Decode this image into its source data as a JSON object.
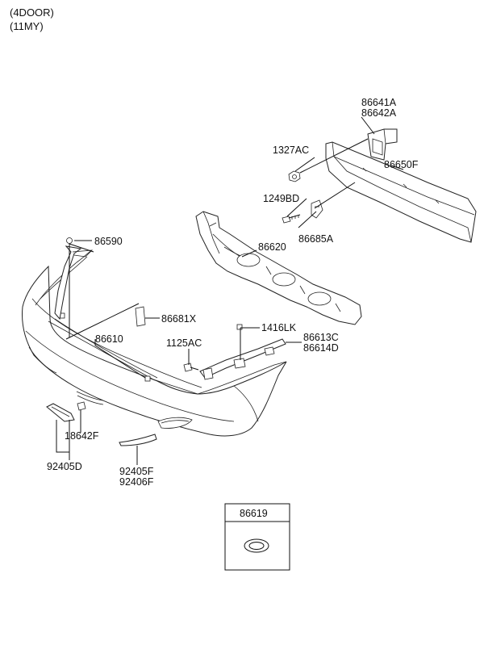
{
  "header": {
    "line1": "(4DOOR)",
    "line2": "(11MY)"
  },
  "parts": {
    "p86641A": "86641A",
    "p86642A": "86642A",
    "p1327AC": "1327AC",
    "p86650F": "86650F",
    "p1249BD": "1249BD",
    "p86685A": "86685A",
    "p86590": "86590",
    "p86620": "86620",
    "p86681X": "86681X",
    "p1416LK": "1416LK",
    "p86610": "86610",
    "p1125AC": "1125AC",
    "p86613C": "86613C",
    "p86614D": "86614D",
    "p18642F": "18642F",
    "p92405D": "92405D",
    "p92405F": "92405F",
    "p92406F": "92406F"
  },
  "inset": {
    "label": "86619"
  }
}
